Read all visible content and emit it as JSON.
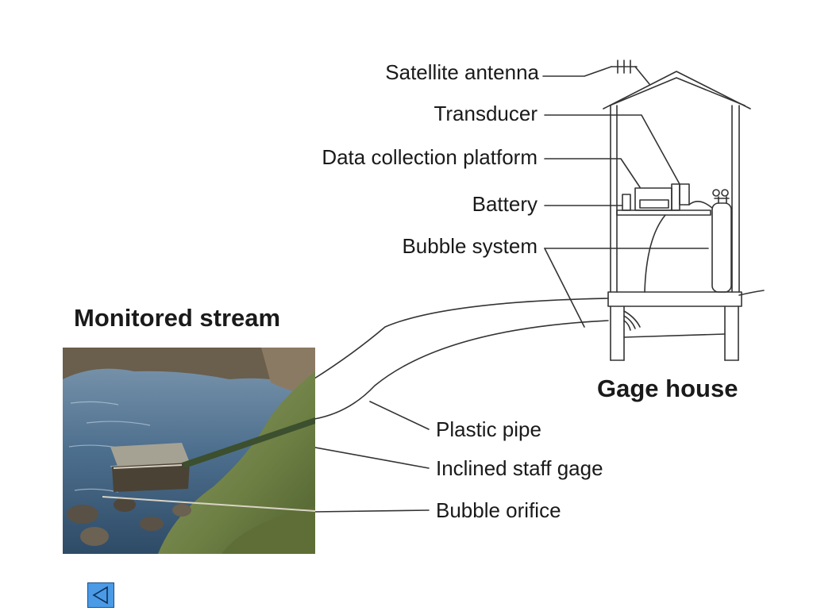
{
  "labels": {
    "satellite_antenna": "Satellite antenna",
    "transducer": "Transducer",
    "data_collection_platform": "Data collection platform",
    "battery": "Battery",
    "bubble_system": "Bubble system",
    "plastic_pipe": "Plastic pipe",
    "inclined_staff_gage": "Inclined staff gage",
    "bubble_orifice": "Bubble orifice"
  },
  "titles": {
    "monitored_stream": "Monitored stream",
    "gage_house": "Gage house"
  },
  "icons": {
    "back": "triangle-left-icon"
  },
  "colors": {
    "line": "#333333",
    "button": "#4a9ae6"
  }
}
